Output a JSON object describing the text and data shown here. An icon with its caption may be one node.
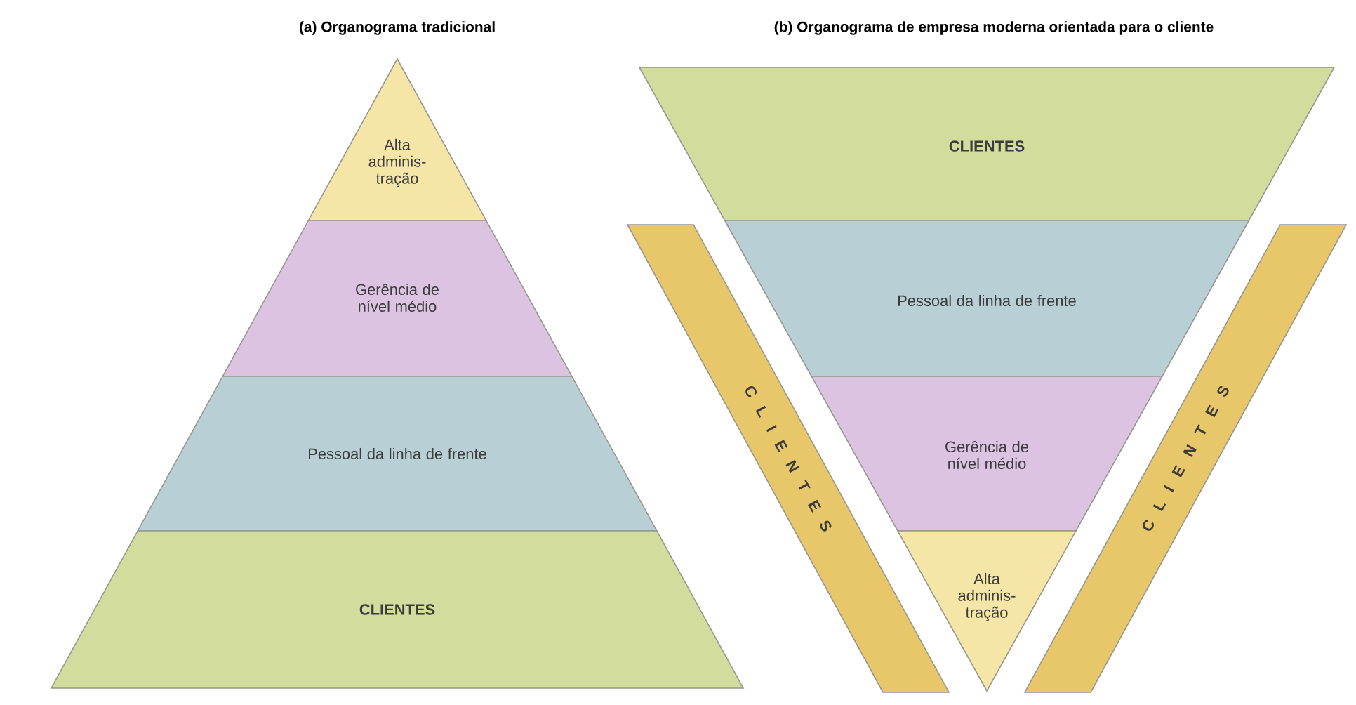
{
  "diagram": {
    "nodes": [
      {
        "text": [
          "Alta adminis- tração"
        ]
      },
      {
        "text": [
          "Gerência de nível médio"
        ]
      },
      {
        "text": [
          "Pessoal da linha de frente"
        ]
      },
      {
        "text": [
          "CLIENTES"
        ]
      },
      {
        "text": [
          "CLIENTES"
        ]
      },
      {
        "text": [
          "Pessoal da linha de frente"
        ]
      },
      {
        "text": [
          "Gerência de nível médio"
        ]
      },
      {
        "text": [
          "Alta adminis- tração"
        ]
      },
      {
        "text": [
          "C L I E N T E S"
        ]
      },
      {
        "text": [
          "C L I E N T E S"
        ]
      }
    ],
    "labels": [
      "(a) Organograma tradicional",
      "(b) Organograma de empresa moderna orientada para o cliente"
    ]
  }
}
